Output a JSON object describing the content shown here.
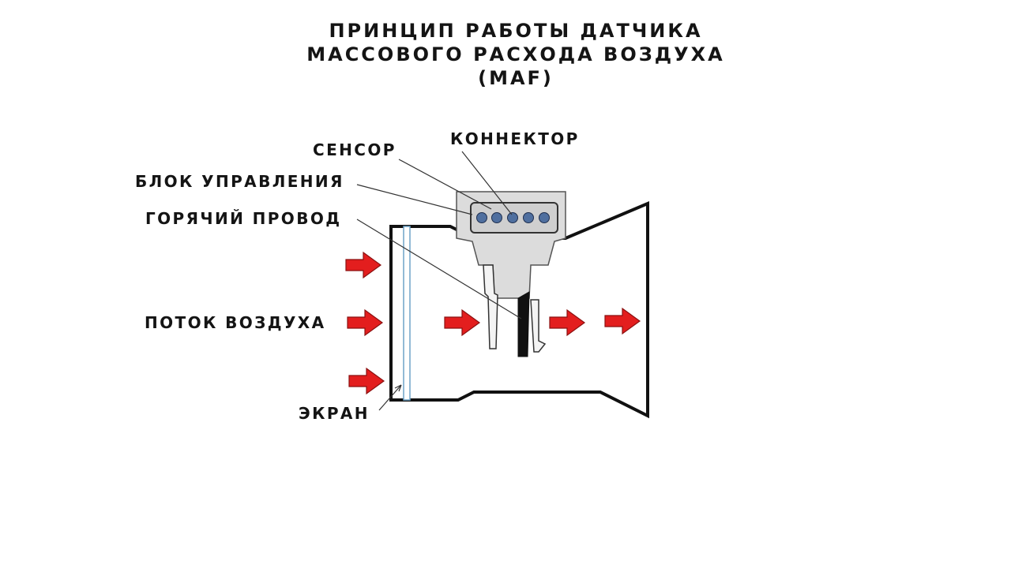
{
  "title": {
    "line1": "ПРИНЦИП РАБОТЫ ДАТЧИКА",
    "line2": "МАССОВОГО РАСХОДА ВОЗДУХА",
    "line3": "(MAF)"
  },
  "labels": {
    "connector": "КОННЕКТОР",
    "sensor": "СЕНСОР",
    "control_unit": "БЛОК УПРАВЛЕНИЯ",
    "hot_wire": "ГОРЯЧИЙ ПРОВОД",
    "air_flow": "ПОТОК ВОЗДУХА",
    "screen": "ЭКРАН"
  },
  "colors": {
    "arrow_fill": "#e31e1e",
    "housing_fill": "#dcdcdc",
    "pin_fill": "#4f6f9f",
    "screen_line": "#6fa4c8",
    "outline": "#111111"
  },
  "icons": {
    "flow_arrow": "right-arrow-icon",
    "connector_pin": "pin-icon"
  }
}
